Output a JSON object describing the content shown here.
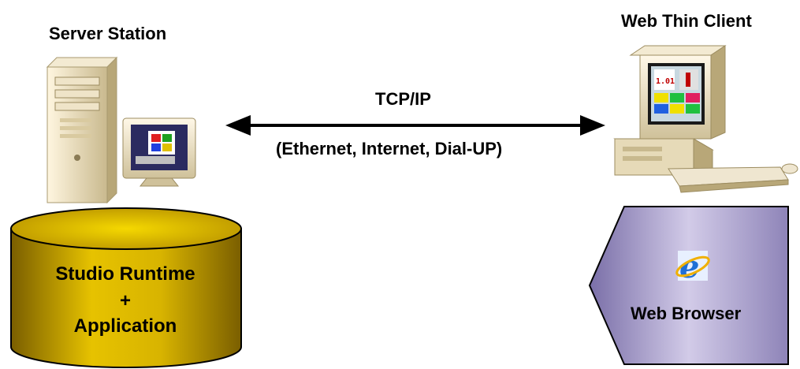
{
  "server": {
    "title": "Server Station",
    "database_lines": [
      "Studio Runtime",
      "+",
      "Application"
    ]
  },
  "client": {
    "title": "Web Thin Client",
    "browser_label": "Web Browser"
  },
  "link": {
    "protocol": "TCP/IP",
    "media": "(Ethernet, Internet, Dial-UP)"
  },
  "colors": {
    "cylinder": "#c8a000",
    "cylinder_dark": "#9a7800",
    "browser_shape": "#b9b0d6",
    "computer_beige": "#e8dcc0",
    "browser_icon": "ie-logo-icon"
  }
}
